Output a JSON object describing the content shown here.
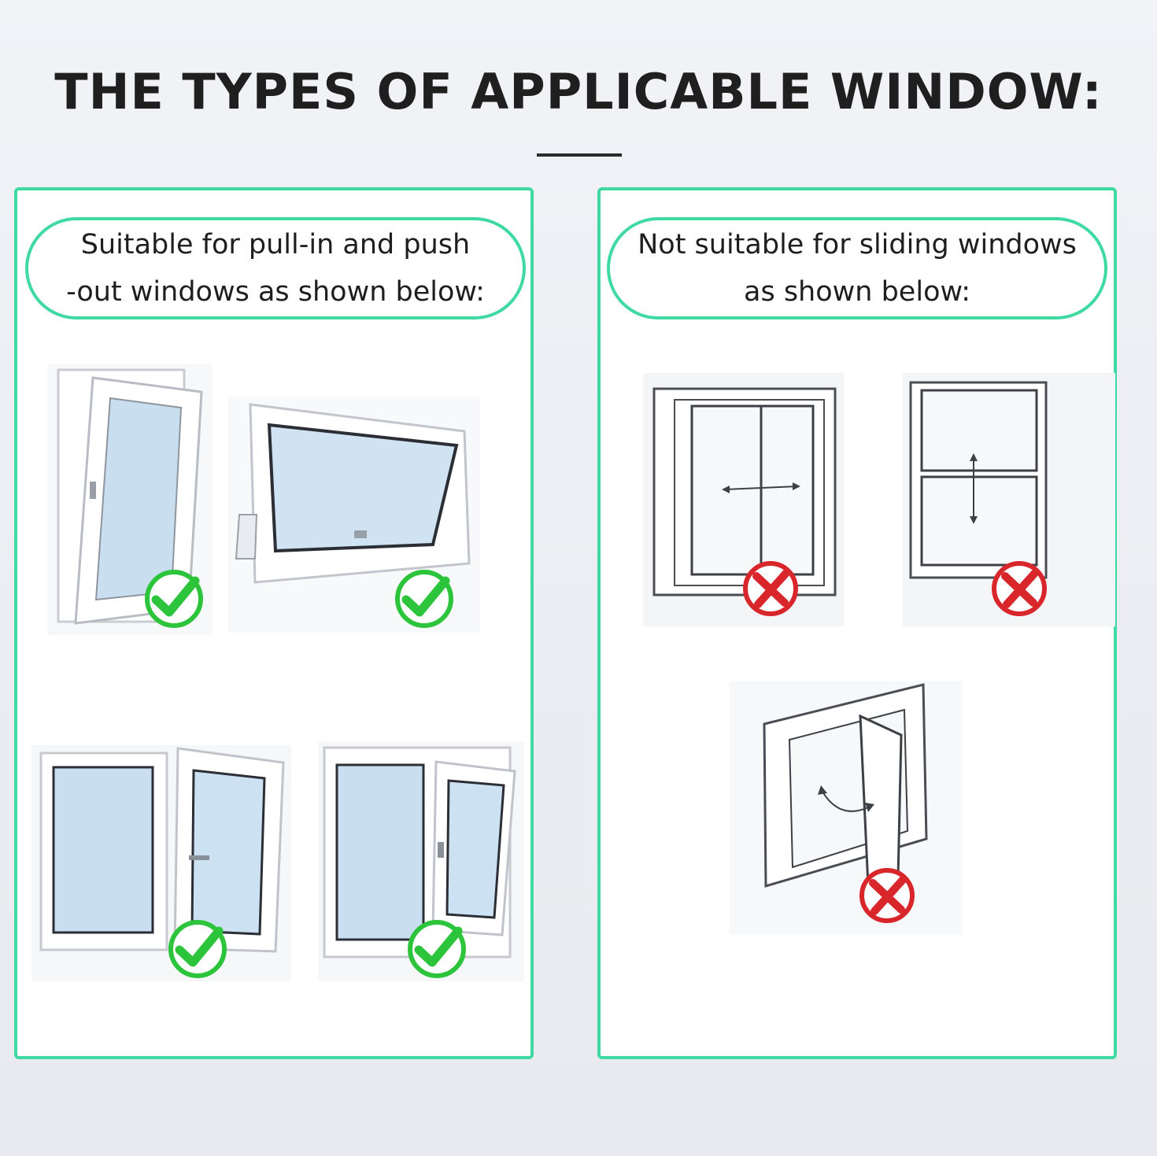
{
  "title": "THE TYPES OF APPLICABLE WINDOW:",
  "left_panel": {
    "caption_line1": "Suitable for pull-in and push",
    "caption_line2": "-out windows as shown below:",
    "items": [
      {
        "name": "casement-tilt-window",
        "status": "suitable",
        "icon": "green-check-icon"
      },
      {
        "name": "awning-window",
        "status": "suitable",
        "icon": "green-check-icon"
      },
      {
        "name": "casement-double-window",
        "status": "suitable",
        "icon": "green-check-icon"
      },
      {
        "name": "tilt-turn-double-window",
        "status": "suitable",
        "icon": "green-check-icon"
      }
    ]
  },
  "right_panel": {
    "caption_line1": "Not suitable for sliding windows",
    "caption_line2": "as shown below:",
    "items": [
      {
        "name": "horizontal-sliding-window",
        "status": "not-suitable",
        "icon": "red-cross-icon"
      },
      {
        "name": "vertical-sliding-window",
        "status": "not-suitable",
        "icon": "red-cross-icon"
      },
      {
        "name": "pivot-window",
        "status": "not-suitable",
        "icon": "red-cross-icon"
      }
    ]
  },
  "colors": {
    "accent_border": "#3fd9a2",
    "check_green": "#2cc43a",
    "cross_red": "#d8262b",
    "title_text": "#1f1f1f"
  }
}
